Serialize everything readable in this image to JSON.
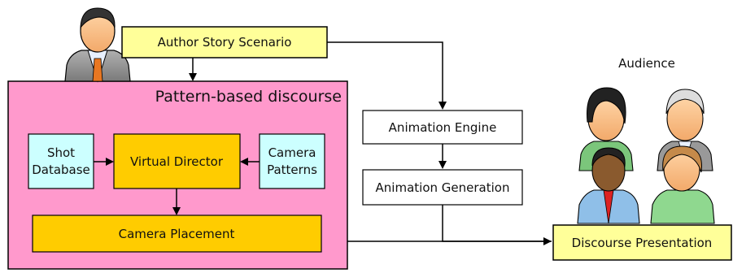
{
  "diagram": {
    "author_story_label": "Author Story Scenario",
    "pattern_title": "Pattern-based discourse",
    "shot_db_line1": "Shot",
    "shot_db_line2": "Database",
    "virtual_director_label": "Virtual Director",
    "camera_patterns_line1": "Camera",
    "camera_patterns_line2": "Patterns",
    "camera_placement_label": "Camera Placement",
    "animation_engine_label": "Animation Engine",
    "animation_generation_label": "Animation Generation",
    "discourse_presentation_label": "Discourse Presentation",
    "audience_label": "Audience"
  },
  "colors": {
    "pink_panel": "#ff99cc",
    "yellow_box": "#ffff99",
    "cyan_box": "#ccffff",
    "orange_box": "#ffcc00",
    "white_box": "#ffffff"
  },
  "icons": [
    "author-person-icon",
    "audience-person-icon"
  ]
}
